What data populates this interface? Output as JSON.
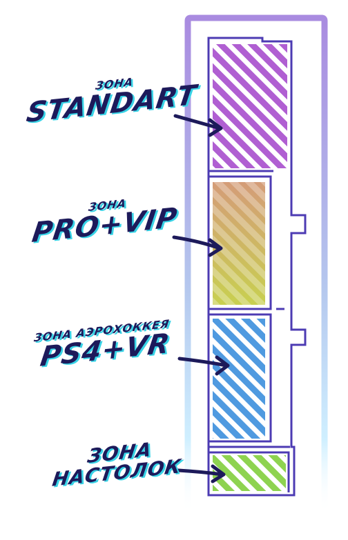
{
  "zones": [
    {
      "prefix": "ЗОНА",
      "name": "STANDART"
    },
    {
      "prefix": "ЗОНА",
      "name": "PRO+VIP"
    },
    {
      "prefix": "ЗОНА АЭРОХОККЕЯ",
      "name": "PS4+VR"
    },
    {
      "prefix": "ЗОНА",
      "name": "НАСТОЛОК"
    }
  ],
  "colors": {
    "outline": "#4c3bb3",
    "text": "#1d1a5a",
    "text_shadow": "#38d3e6",
    "standart_fill": "#b05fd2",
    "pro_vip_fill_top": "#d49c78",
    "pro_vip_fill_bottom": "#c8d050",
    "ps4_fill_top": "#6a7fd6",
    "ps4_fill_bottom": "#38b4e0",
    "nastolok_fill": "#8ed350",
    "frame_top": "#a98be0",
    "frame_bottom": "#cfefff"
  }
}
